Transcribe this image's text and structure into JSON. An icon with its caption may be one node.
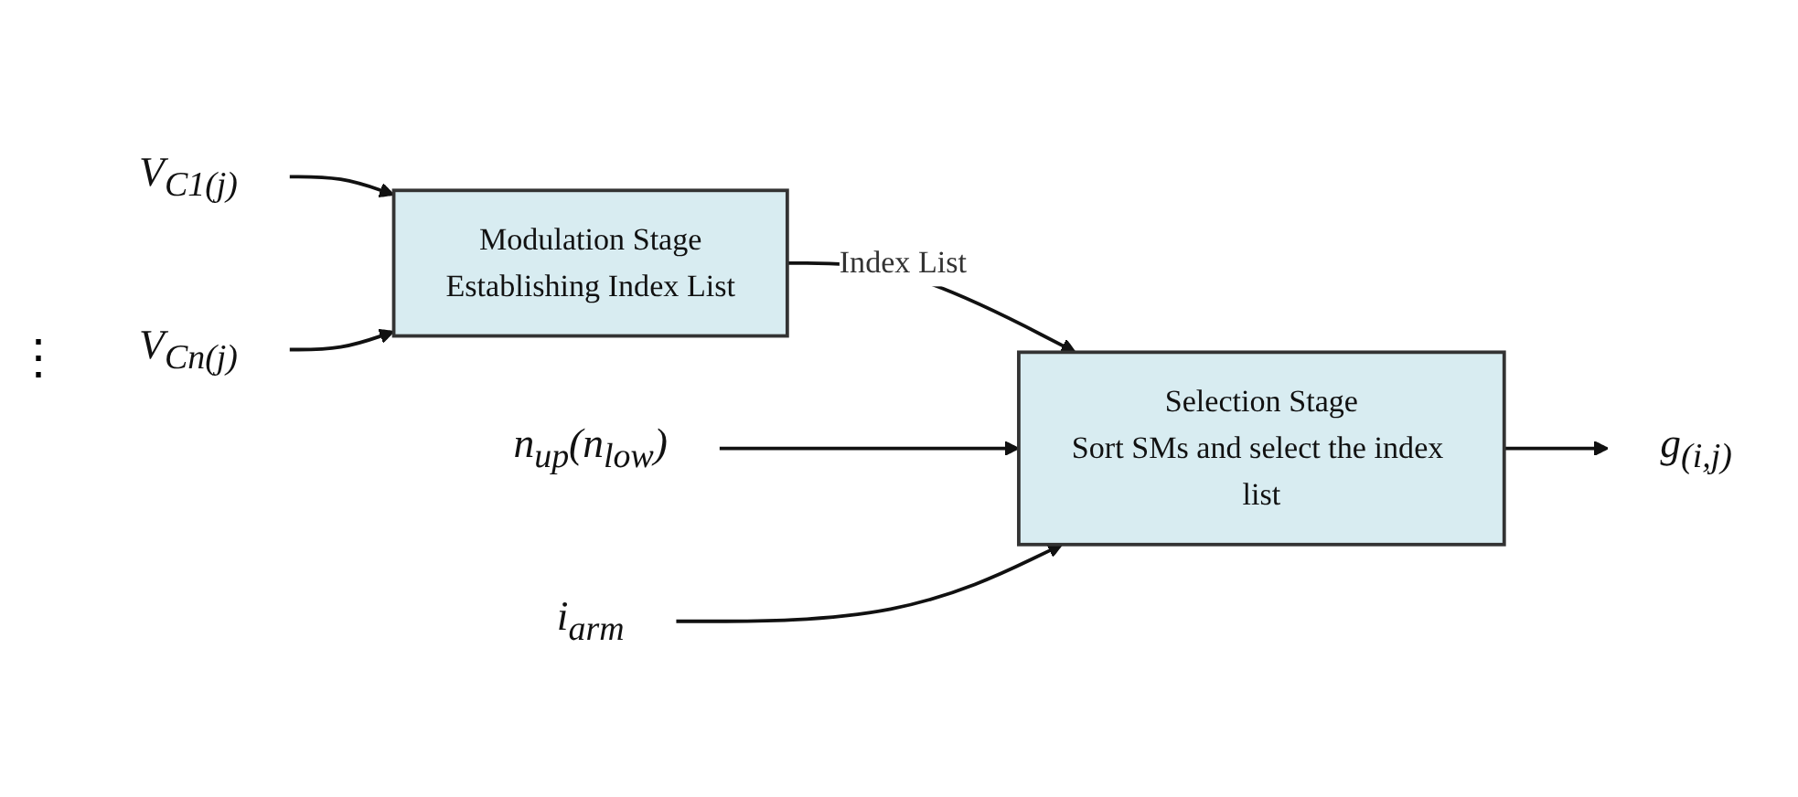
{
  "diagram": {
    "nodes": [
      {
        "text": [
          "Modulation Stage",
          "Establishing Index List"
        ]
      },
      {
        "text": [
          "Selection Stage",
          "Sort SMs and select the index list"
        ]
      },
      {
        "text": [
          "V$_{C1(j)}$"
        ]
      },
      {
        "text": [
          "V$_{Cn(j)}$"
        ]
      },
      {
        "text": [
          "n$_{up}$(n$_{low}$)"
        ]
      },
      {
        "text": [
          "i$_{arm}$"
        ]
      },
      {
        "text": [
          "g$_{(i,j)}$"
        ]
      }
    ],
    "edges": [
      {
        "from": 2,
        "to": 0,
        "arrow": "to"
      },
      {
        "from": 3,
        "to": 0,
        "arrow": "to"
      },
      {
        "from": 0,
        "to": 1,
        "arrow": "to",
        "label": "Index List"
      },
      {
        "from": 4,
        "to": 1,
        "arrow": "to"
      },
      {
        "from": 5,
        "to": 1,
        "arrow": "to"
      },
      {
        "from": 1,
        "to": 6,
        "arrow": "to"
      }
    ],
    "labels": [
      "⋮"
    ]
  }
}
